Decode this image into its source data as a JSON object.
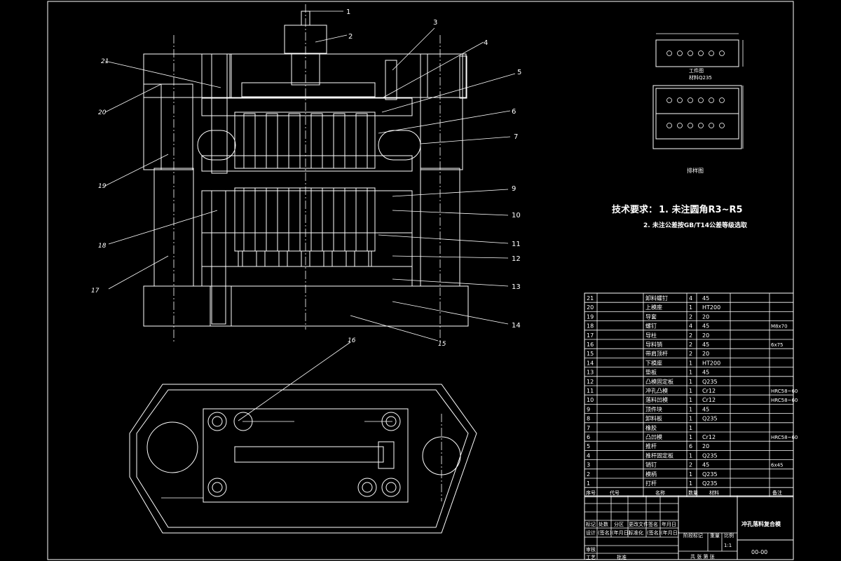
{
  "callouts": [
    "1",
    "2",
    "3",
    "4",
    "5",
    "6",
    "7",
    "9",
    "10",
    "11",
    "12",
    "13",
    "14",
    "15",
    "16",
    "17",
    "18",
    "19",
    "20",
    "21"
  ],
  "tech": {
    "title": "技术要求：",
    "line1": "1. 未注圆角R3~R5",
    "line2": "2. 未注公差按GB/T14公差等级选取"
  },
  "strip": {
    "caption1": "工件图",
    "caption2": "材料Q235",
    "title": "排样图"
  },
  "bom": {
    "headers": [
      "序号",
      "代号",
      "名称",
      "数量",
      "材料",
      "备注"
    ],
    "rows": [
      [
        "21",
        "",
        "卸料螺钉",
        "4",
        "45",
        ""
      ],
      [
        "20",
        "",
        "上模座",
        "1",
        "HT200",
        ""
      ],
      [
        "19",
        "",
        "导套",
        "2",
        "20",
        ""
      ],
      [
        "18",
        "",
        "螺钉",
        "4",
        "45",
        "M8x70"
      ],
      [
        "17",
        "",
        "导柱",
        "2",
        "20",
        ""
      ],
      [
        "16",
        "",
        "导料销",
        "2",
        "45",
        "6x75"
      ],
      [
        "15",
        "",
        "带肩顶杆",
        "2",
        "20",
        ""
      ],
      [
        "14",
        "",
        "下模座",
        "1",
        "HT200",
        ""
      ],
      [
        "13",
        "",
        "垫板",
        "1",
        "45",
        ""
      ],
      [
        "12",
        "",
        "凸模固定板",
        "1",
        "Q235",
        ""
      ],
      [
        "11",
        "",
        "冲孔凸模",
        "1",
        "Cr12",
        "HRC58~60"
      ],
      [
        "10",
        "",
        "落料凹模",
        "1",
        "Cr12",
        "HRC58~60"
      ],
      [
        "9",
        "",
        "顶件块",
        "1",
        "45",
        ""
      ],
      [
        "8",
        "",
        "卸料板",
        "1",
        "Q235",
        ""
      ],
      [
        "7",
        "",
        "橡胶",
        "1",
        "",
        ""
      ],
      [
        "6",
        "",
        "凸凹模",
        "1",
        "Cr12",
        "HRC58~60"
      ],
      [
        "5",
        "",
        "推杆",
        "6",
        "20",
        ""
      ],
      [
        "4",
        "",
        "推杆固定板",
        "1",
        "Q235",
        ""
      ],
      [
        "3",
        "",
        "销钉",
        "2",
        "45",
        "6x45"
      ],
      [
        "2",
        "",
        "模柄",
        "1",
        "Q235",
        ""
      ],
      [
        "1",
        "",
        "打杆",
        "1",
        "Q235",
        ""
      ]
    ]
  },
  "titleblock": {
    "name": "冲孔落料复合模",
    "number": "00-00",
    "scale": "1:1",
    "cols": [
      "标记",
      "处数",
      "分区",
      "更改文件",
      "签名",
      "年月日"
    ],
    "row_design": [
      "设计",
      "(签名)",
      "(年月日)",
      "标准化",
      "(签名)",
      "(年月日)"
    ],
    "stage": "阶段标记",
    "weight": "重量",
    "ratio": "比例",
    "review": "审核",
    "process": "工艺",
    "approve": "批准",
    "sheets": "共  张  第  张"
  }
}
